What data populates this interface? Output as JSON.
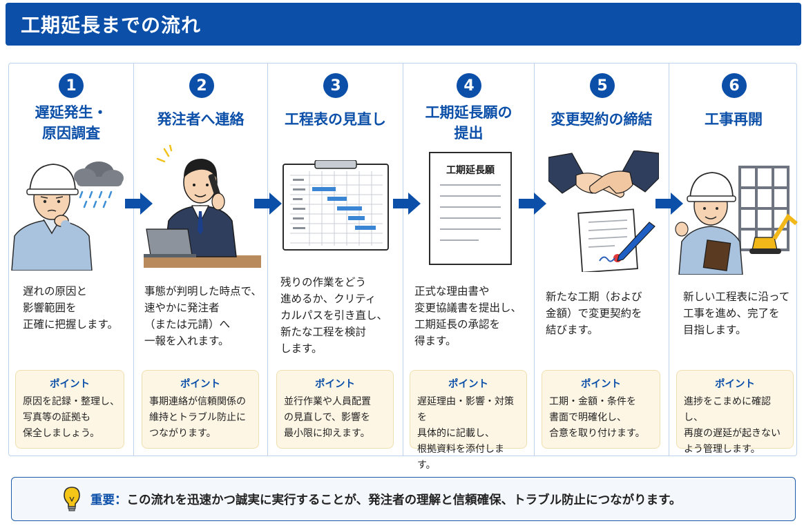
{
  "header": {
    "title": "工期延長までの流れ"
  },
  "point_label": "ポイント",
  "steps": [
    {
      "number": "1",
      "title": "遅延発生・\n原因調査",
      "description": "遅れの原因と\n影響範囲を\n正確に把握します。",
      "point": "原因を記録・整理し、\n写真等の証拠も\n保全しましょう。",
      "illustration": "worker-thinking-rain-cloud"
    },
    {
      "number": "2",
      "title": "発注者へ連絡",
      "description": "事態が判明した時点で、\n速やかに発注者\n（または元請）へ\n一報を入れます。",
      "point": "事期連絡が信頼関係の\n維持とトラブル防止に\nつながります。",
      "illustration": "businessman-on-phone"
    },
    {
      "number": "3",
      "title": "工程表の見直し",
      "description": "残りの作業をどう\n進めるか、クリティ\nカルパスを引き直し、\n新たな工程を検討\nします。",
      "point": "並行作業や人員配置\nの見直しで、影響を\n最小限に抑えます。",
      "illustration": "gantt-chart-clipboard"
    },
    {
      "number": "4",
      "title": "工期延長願の\n提出",
      "description": "正式な理由書や\n変更協議書を提出し、\n工期延長の承認を\n得ます。",
      "point": "遅延理由・影響・対策を\n具体的に記載し、\n根拠資料を添付します。",
      "illustration": "document",
      "document_title": "工期延長願"
    },
    {
      "number": "5",
      "title": "変更契約の締結",
      "description": "新たな工期（および\n金額）で変更契約を\n結びます。",
      "point": "工期・金額・条件を\n書面で明確化し、\n合意を取り付けます。",
      "illustration": "handshake-contract"
    },
    {
      "number": "6",
      "title": "工事再開",
      "description": "新しい工程表に沿って\n工事を進め、完了を\n目指します。",
      "point": "進捗をこまめに確認し、\n再度の遅延が起きない\nよう管理します。",
      "illustration": "worker-construction-site"
    }
  ],
  "note": {
    "label": "重要：",
    "text": "この流れを迅速かつ誠実に実行することが、発注者の理解と信頼確保、トラブル防止につながります。",
    "icon": "lightbulb-icon"
  },
  "colors": {
    "primary": "#0b4fa8",
    "point_bg": "#fdf6e5",
    "point_border": "#f0dfae",
    "panel_border": "#bcd3ea"
  }
}
